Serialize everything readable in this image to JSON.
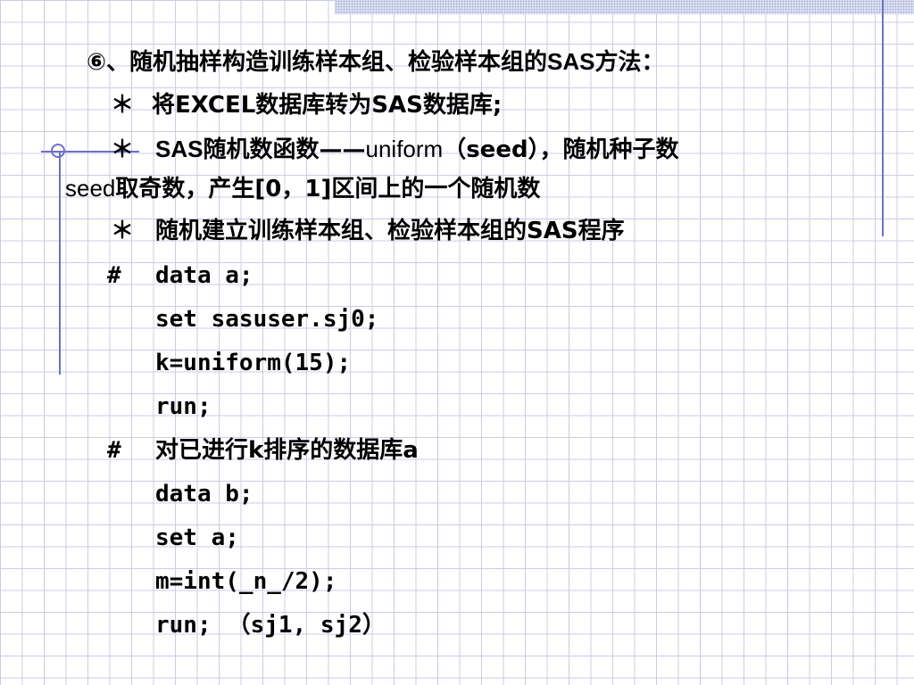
{
  "title": {
    "marker": "⑥",
    "text1": "、随机抽样构造训练样本组、检验样本组的",
    "bold": "SAS",
    "text2": "方法："
  },
  "bullets": [
    {
      "mark": "＊",
      "text": "将EXCEL数据库转为SAS数据库;"
    },
    {
      "mark": "＊",
      "sas": "SAS",
      "cn": "随机数函数——",
      "func": "uniform",
      "rest": "（seed），随机种子数",
      "cont_word": "seed",
      "cont_rest": "取奇数，产生[0，1]区间上的一个随机数"
    },
    {
      "mark": "＊",
      "text": "随机建立训练样本组、检验样本组的SAS程序"
    }
  ],
  "code": {
    "hash1": "#",
    "l1": "data a;",
    "l2": "set sasuser.sj0;",
    "l3": "k=uniform(15);",
    "l4": "run;",
    "hash2": "#",
    "comment": "对已进行k排序的数据库a",
    "l5": "data b;",
    "l6": "set a;",
    "l7": "m=int(_n_/2);",
    "l8": "run;",
    "l8_note": "（sj1, sj2）"
  }
}
